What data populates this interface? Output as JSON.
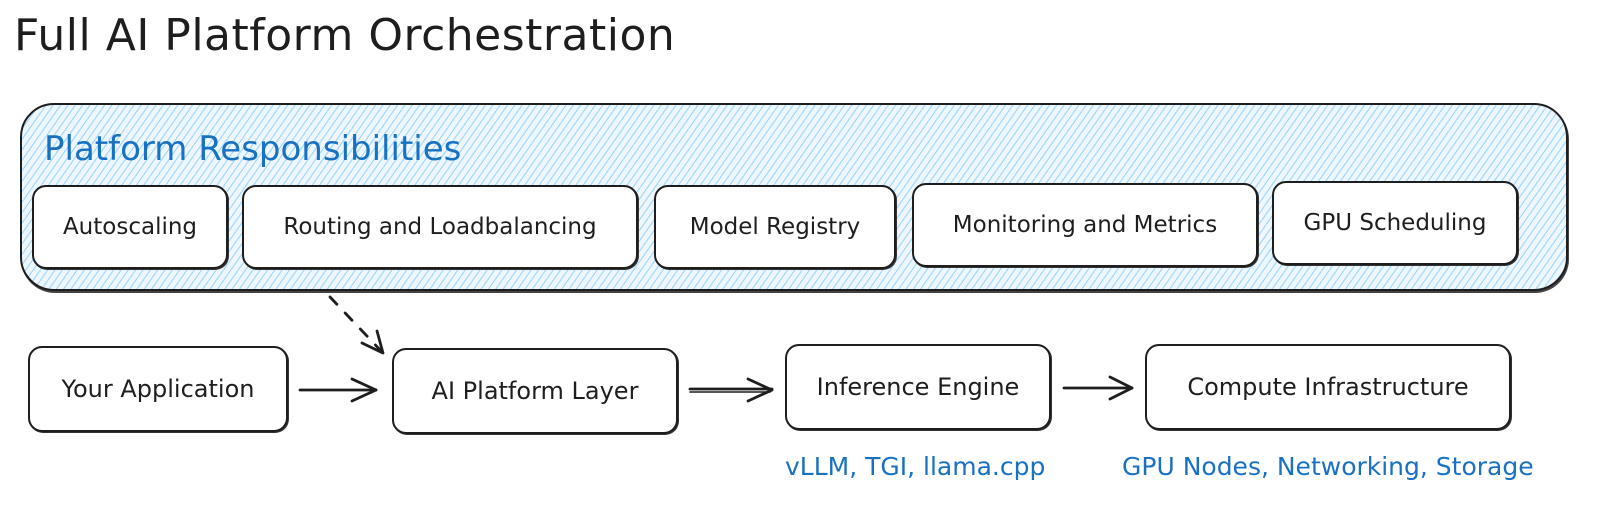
{
  "title": "Full AI Platform Orchestration",
  "platform_group": {
    "title": "Platform Responsibilities",
    "items": [
      {
        "label": "Autoscaling"
      },
      {
        "label": "Routing and Loadbalancing"
      },
      {
        "label": "Model Registry"
      },
      {
        "label": "Monitoring and Metrics"
      },
      {
        "label": "GPU Scheduling"
      }
    ]
  },
  "flow": {
    "nodes": [
      {
        "label": "Your Application"
      },
      {
        "label": "AI Platform Layer"
      },
      {
        "label": "Inference Engine"
      },
      {
        "label": "Compute Infrastructure"
      }
    ],
    "notes": {
      "inference_engine": "vLLM, TGI, llama.cpp",
      "compute_infrastructure": "GPU Nodes, Networking, Storage"
    },
    "edges": [
      {
        "from": "Platform Responsibilities",
        "to": "AI Platform Layer",
        "style": "dashed"
      },
      {
        "from": "Your Application",
        "to": "AI Platform Layer",
        "style": "solid"
      },
      {
        "from": "AI Platform Layer",
        "to": "Inference Engine",
        "style": "solid"
      },
      {
        "from": "Inference Engine",
        "to": "Compute Infrastructure",
        "style": "solid"
      }
    ]
  },
  "colors": {
    "stroke": "#1e1e1e",
    "accent_text": "#1971c2",
    "hatch": "#a5d8ff"
  }
}
